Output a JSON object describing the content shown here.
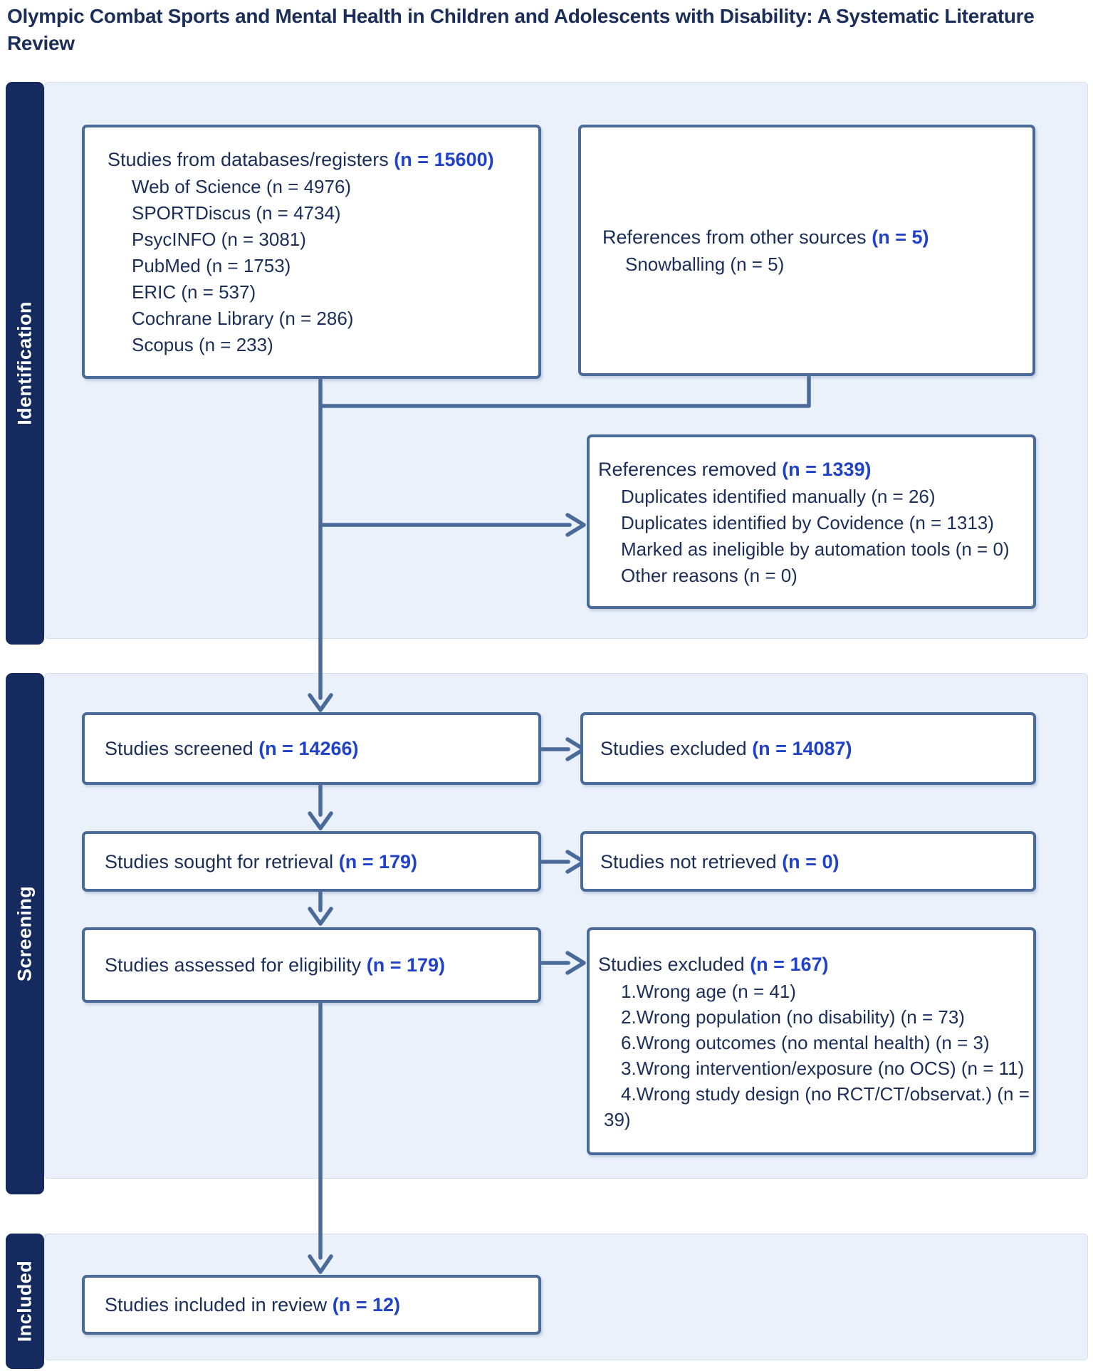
{
  "title": "Olympic Combat Sports and Mental Health in Children and Adolescents with Disability: A Systematic Literature Review",
  "colors": {
    "title_navy": "#1b2d59",
    "count_blue": "#2042c8",
    "box_border": "#4a6a99",
    "band_bar_navy": "#152a5e",
    "band_panel_blue": "#eaf1fb",
    "box_fill": "#ffffff"
  },
  "sections": {
    "identification": {
      "label": "Identification"
    },
    "screening": {
      "label": "Screening"
    },
    "included": {
      "label": "Included"
    }
  },
  "boxes": {
    "databases": {
      "main": "Studies from databases/registers",
      "count": "(n = 15600)",
      "items": [
        "Web of Science (n = 4976)",
        "SPORTDiscus (n = 4734)",
        "PsycINFO (n = 3081)",
        "PubMed (n = 1753)",
        "ERIC (n = 537)",
        "Cochrane Library (n = 286)",
        "Scopus (n = 233)"
      ]
    },
    "other_sources": {
      "main": "References from other sources",
      "count": "(n = 5)",
      "items": [
        "Snowballing (n = 5)"
      ]
    },
    "removed": {
      "main": "References removed",
      "count": "(n = 1339)",
      "items": [
        "Duplicates identified manually (n = 26)",
        "Duplicates identified by Covidence (n = 1313)",
        "Marked as ineligible by automation tools (n = 0)",
        "Other reasons (n = 0)"
      ]
    },
    "screened": {
      "main": "Studies screened",
      "count": "(n = 14266)"
    },
    "excluded_screening": {
      "main": "Studies excluded",
      "count": "(n = 14087)"
    },
    "sought": {
      "main": "Studies sought for retrieval",
      "count": "(n = 179)"
    },
    "not_retrieved": {
      "main": "Studies not retrieved",
      "count": "(n = 0)"
    },
    "assessed": {
      "main": "Studies assessed for eligibility",
      "count": "(n = 179)"
    },
    "excluded_eligibility": {
      "main": "Studies excluded",
      "count": "(n = 167)",
      "items": [
        "1.Wrong age (n = 41)",
        "2.Wrong population (no disability) (n = 73)",
        "6.Wrong outcomes (no mental health) (n = 3)",
        "3.Wrong intervention/exposure (no OCS) (n = 11)",
        "4.Wrong study design (no RCT/CT/observat.) (n = 39)"
      ]
    },
    "included_review": {
      "main": "Studies included in review",
      "count": "(n = 12)"
    }
  }
}
